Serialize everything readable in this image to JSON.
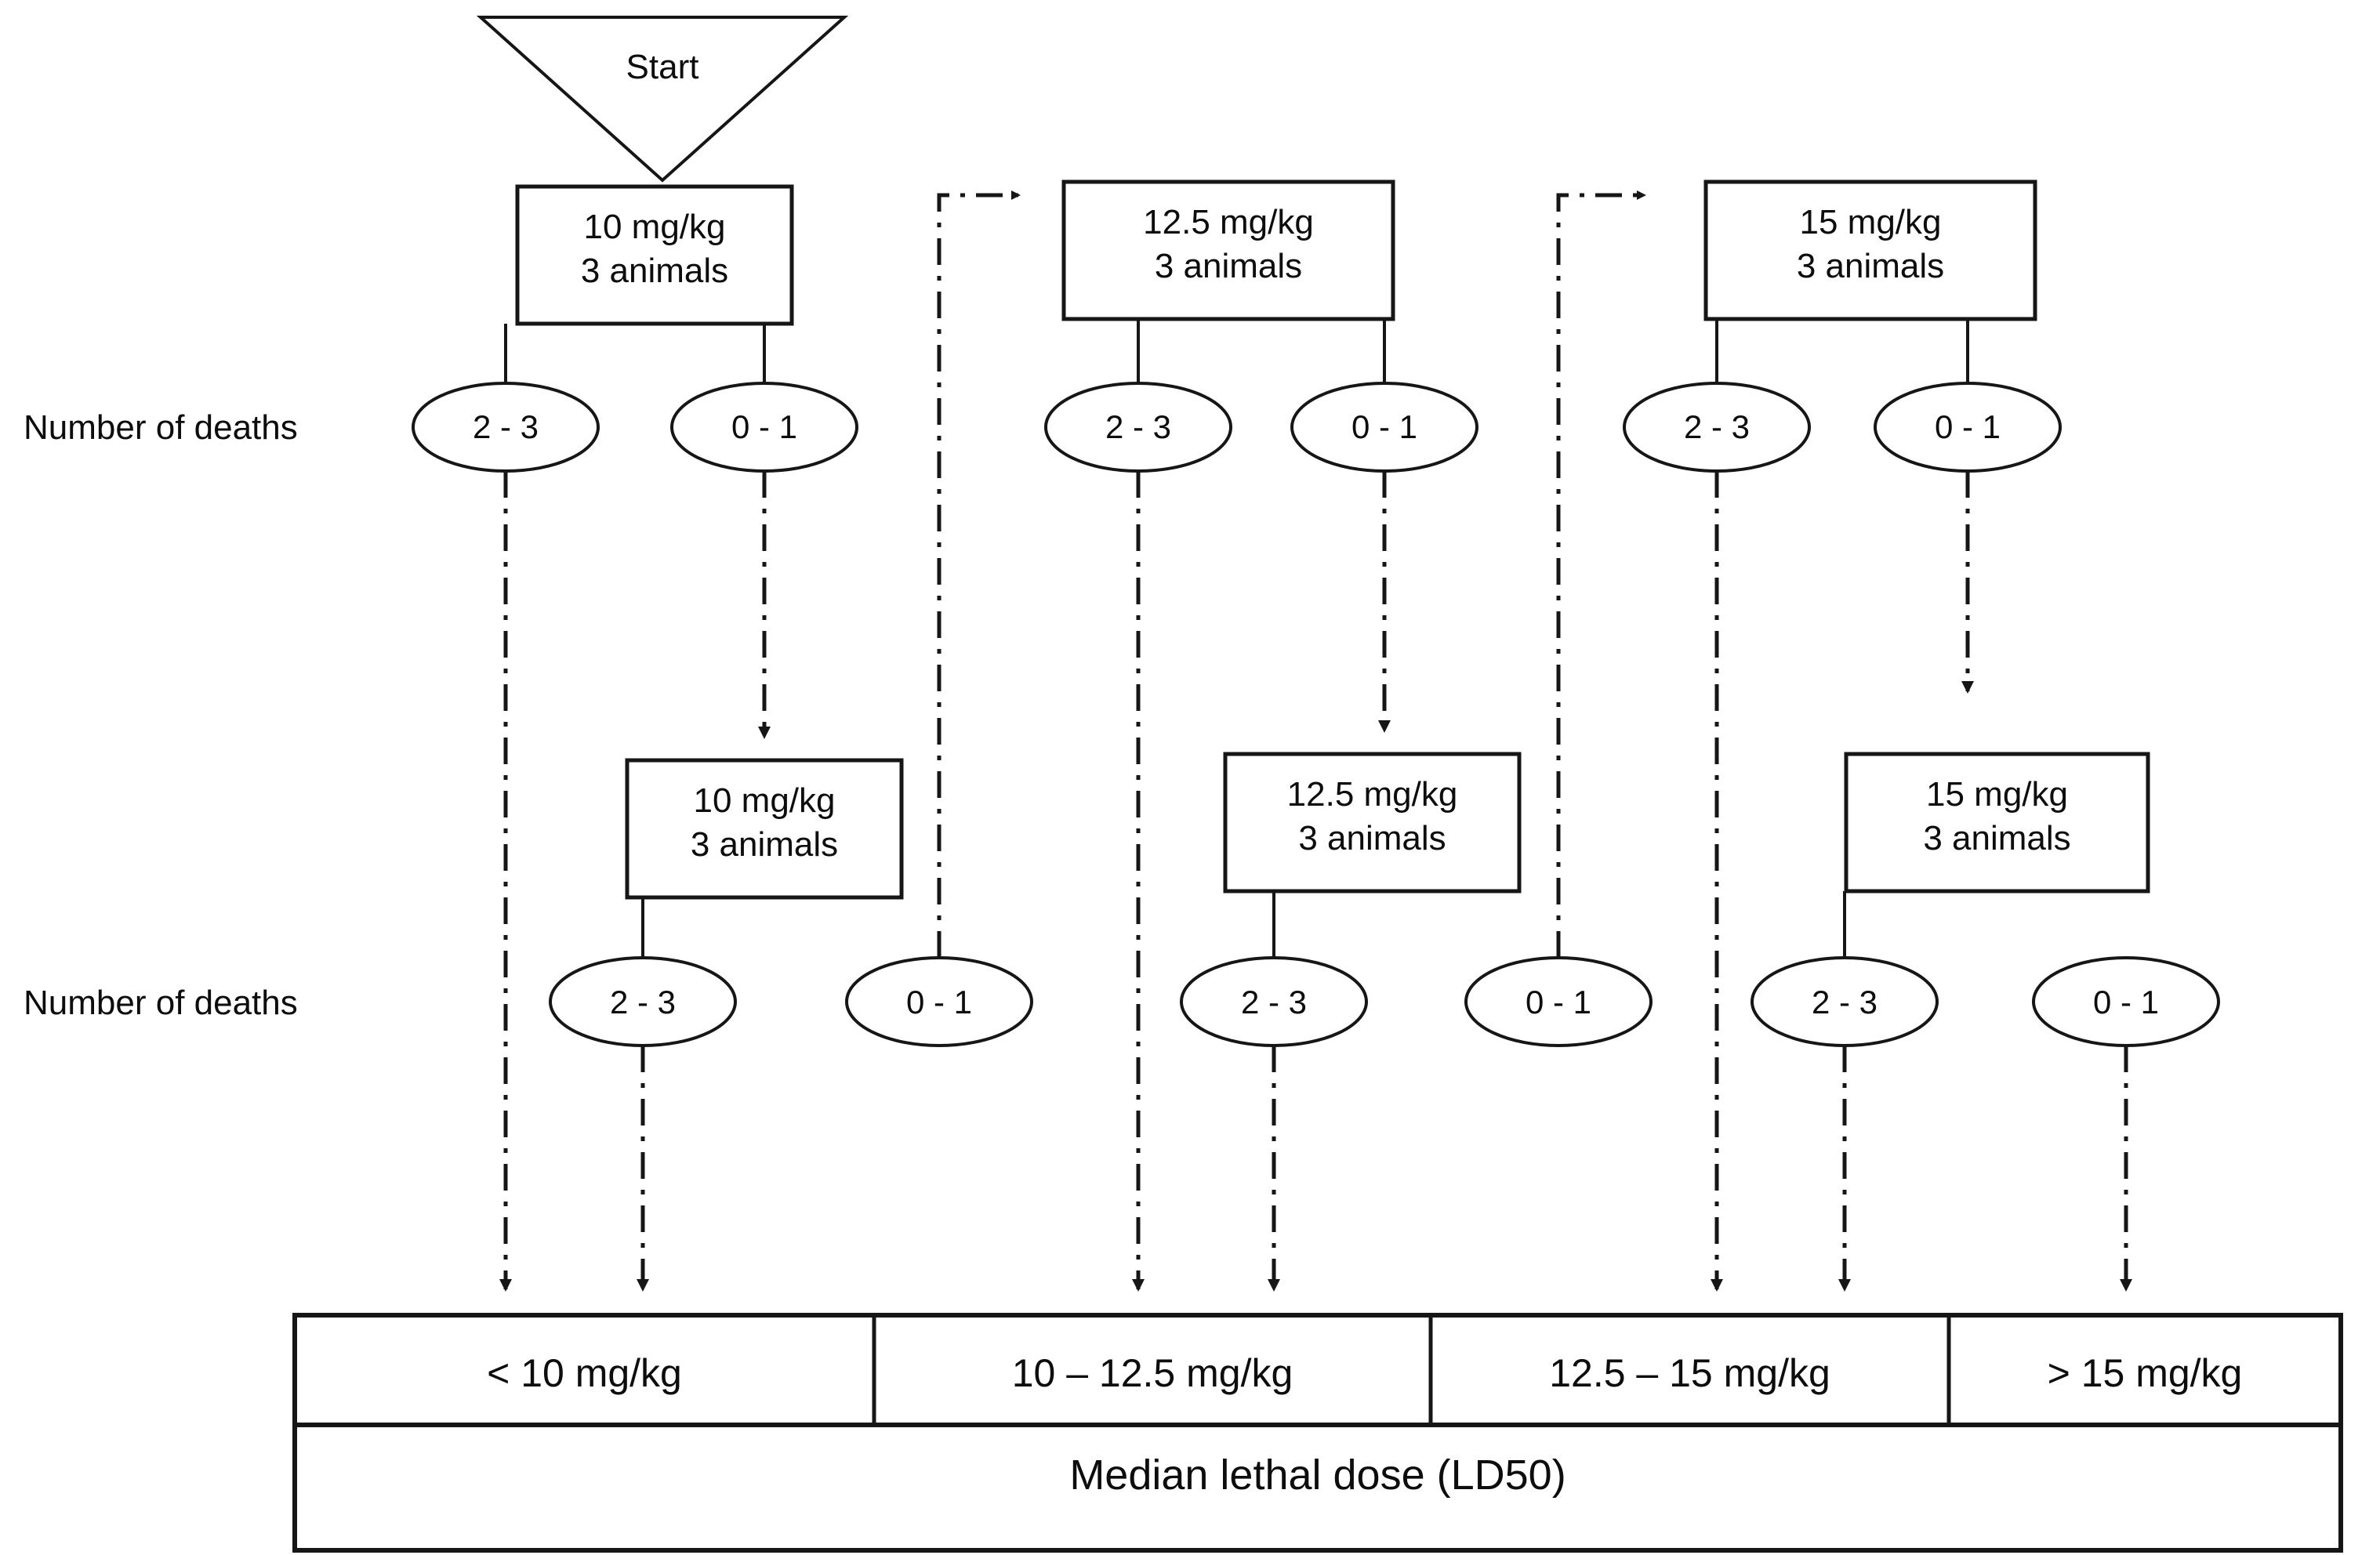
{
  "diagram": {
    "title_node": {
      "label": "Start",
      "shape": "inverted-triangle"
    },
    "row_labels": [
      {
        "text": "Number of deaths"
      },
      {
        "text": "Number of deaths"
      }
    ],
    "dose_boxes_top": [
      {
        "dose": "10 mg/kg",
        "animals": "3 animals"
      },
      {
        "dose": "12.5 mg/kg",
        "animals": "3 animals"
      },
      {
        "dose": "15 mg/kg",
        "animals": "3 animals"
      }
    ],
    "dose_boxes_middle": [
      {
        "dose": "10 mg/kg",
        "animals": "3 animals"
      },
      {
        "dose": "12.5 mg/kg",
        "animals": "3 animals"
      },
      {
        "dose": "15 mg/kg",
        "animals": "3 animals"
      }
    ],
    "deaths_row_1": [
      {
        "label": "2 - 3"
      },
      {
        "label": "0 - 1"
      },
      {
        "label": "2 - 3"
      },
      {
        "label": "0 - 1"
      },
      {
        "label": "2 - 3"
      },
      {
        "label": "0 - 1"
      }
    ],
    "deaths_row_2": [
      {
        "label": "2 - 3"
      },
      {
        "label": "0 - 1"
      },
      {
        "label": "2 - 3"
      },
      {
        "label": "0 - 1"
      },
      {
        "label": "2 - 3"
      },
      {
        "label": "0 - 1"
      }
    ],
    "result_table": {
      "columns": [
        {
          "label": "< 10 mg/kg"
        },
        {
          "label": "10 – 12.5 mg/kg"
        },
        {
          "label": "12.5 – 15 mg/kg"
        },
        {
          "label": "> 15 mg/kg"
        }
      ],
      "footer": {
        "label": "Median lethal dose (LD50)"
      }
    },
    "colors": {
      "stroke": "#161616",
      "text": "#0d0d0d",
      "background": "#ffffff"
    }
  }
}
